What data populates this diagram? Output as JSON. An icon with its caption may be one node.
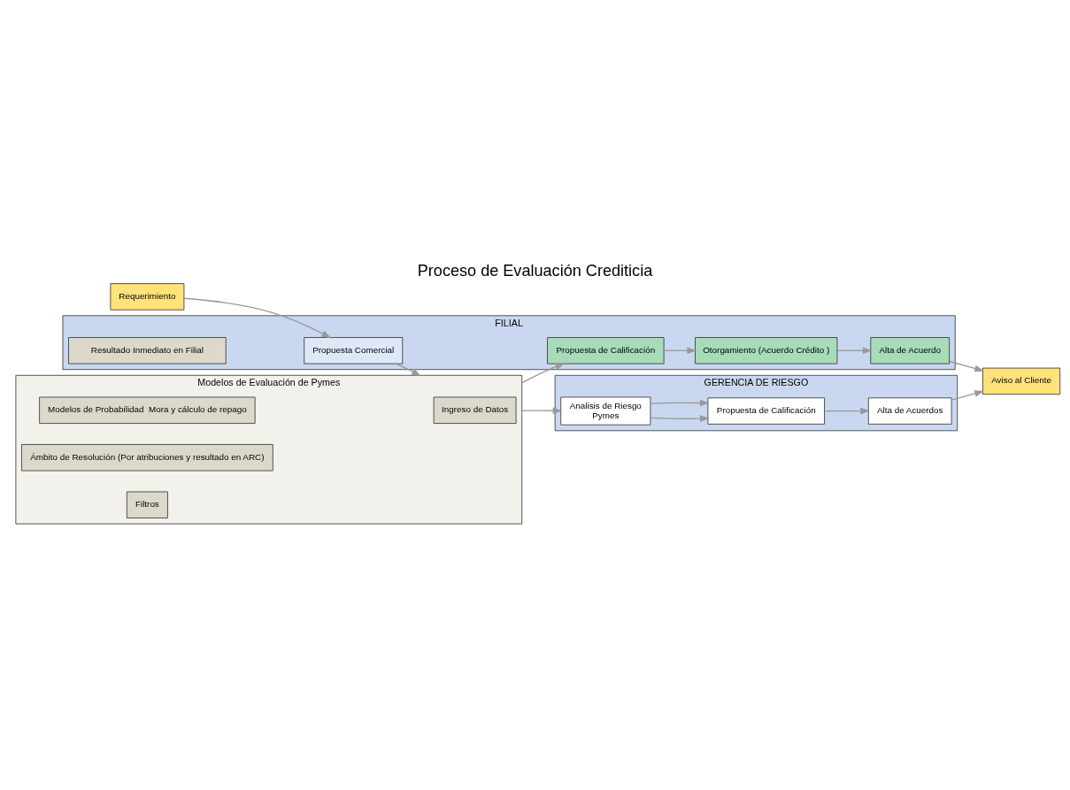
{
  "diagram": {
    "title": "Proceso de Evaluación Crediticia",
    "nodes": [
      {
        "text": [
          "Requerimiento"
        ]
      },
      {
        "text": [
          "FILIAL"
        ]
      },
      {
        "text": [
          "GERENCIA DE RIESGO"
        ]
      },
      {
        "text": [
          "Propuesta Comercial"
        ],
        "in": 1
      },
      {
        "text": [
          "Modelos de Evaluación de Pymes"
        ]
      },
      {
        "text": [
          "Ingreso de Datos"
        ],
        "in": 4
      },
      {
        "text": [
          "Modelos de Probabilidad  Mora y cálculo de repago"
        ],
        "in": 4
      },
      {
        "text": [
          "Ámbito de Resolución (Por atribuciones y resultado en ARC)"
        ],
        "in": 4
      },
      {
        "text": [
          "Filtros"
        ],
        "in": 4
      },
      {
        "text": [
          "Analisis de Riesgo",
          "Pymes"
        ],
        "in": 2
      },
      {
        "text": [
          "Propuesta de Calificación"
        ],
        "in": 2
      },
      {
        "text": [
          "Alta de Acuerdos"
        ],
        "in": 2
      },
      {
        "text": [
          "Otorgamiento (Acuerdo Crédito )"
        ],
        "in": 1
      },
      {
        "text": [
          "Propuesta de Calificación"
        ],
        "in": 1
      },
      {
        "text": [
          "Alta de Acuerdo"
        ],
        "in": 1
      },
      {
        "text": [
          "Resultado Inmediato en Filial"
        ],
        "in": 1
      },
      {
        "text": [
          "Aviso al Cliente"
        ]
      }
    ],
    "edges": [
      {
        "from": 0,
        "to": 3,
        "arrow": "to"
      },
      {
        "from": 3,
        "to": 4,
        "arrow": "to"
      },
      {
        "from": 4,
        "to": 9,
        "arrow": "to"
      },
      {
        "from": 9,
        "to": 10,
        "arrow": "to"
      },
      {
        "from": 9,
        "to": 10,
        "arrow": "to"
      },
      {
        "from": 10,
        "to": 11,
        "arrow": "to"
      },
      {
        "from": 4,
        "to": 13,
        "arrow": "to"
      },
      {
        "from": 13,
        "to": 12,
        "arrow": "to"
      },
      {
        "from": 12,
        "to": 14,
        "arrow": "to"
      },
      {
        "from": 14,
        "to": 16,
        "arrow": "to"
      },
      {
        "from": 11,
        "to": 16,
        "arrow": "to"
      }
    ]
  }
}
